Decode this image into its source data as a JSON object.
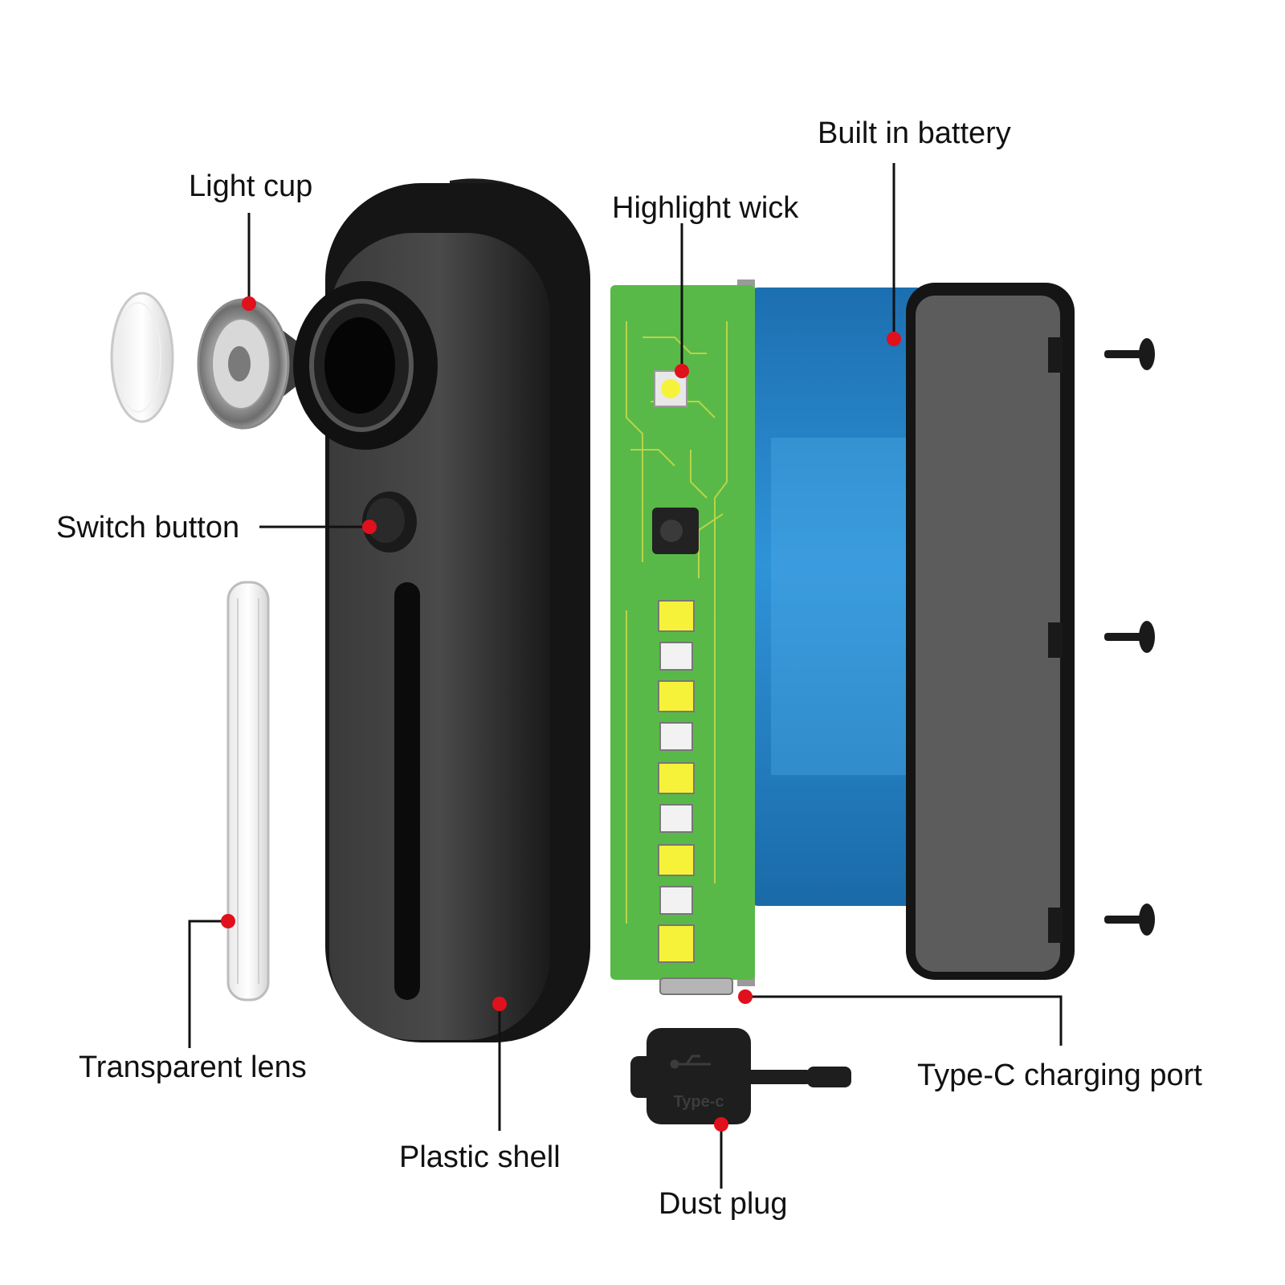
{
  "diagram": {
    "components": [
      {
        "id": "light-cup",
        "label": "Light cup"
      },
      {
        "id": "switch-button",
        "label": "Switch button"
      },
      {
        "id": "transparent-lens",
        "label": "Transparent lens"
      },
      {
        "id": "plastic-shell",
        "label": "Plastic shell"
      },
      {
        "id": "highlight-wick",
        "label": "Highlight wick"
      },
      {
        "id": "built-in-battery",
        "label": "Built in battery"
      },
      {
        "id": "type-c-charging-port",
        "label": "Type-C charging port"
      },
      {
        "id": "dust-plug",
        "label": "Dust plug"
      }
    ],
    "dust_plug_marking": "Type-c",
    "colors": {
      "marker": "#e0101c",
      "leader": "#111111",
      "shell": "#2b2b2b",
      "pcb": "#59b948",
      "battery": "#1d7fc4",
      "led_on": "#f6f23a"
    }
  }
}
